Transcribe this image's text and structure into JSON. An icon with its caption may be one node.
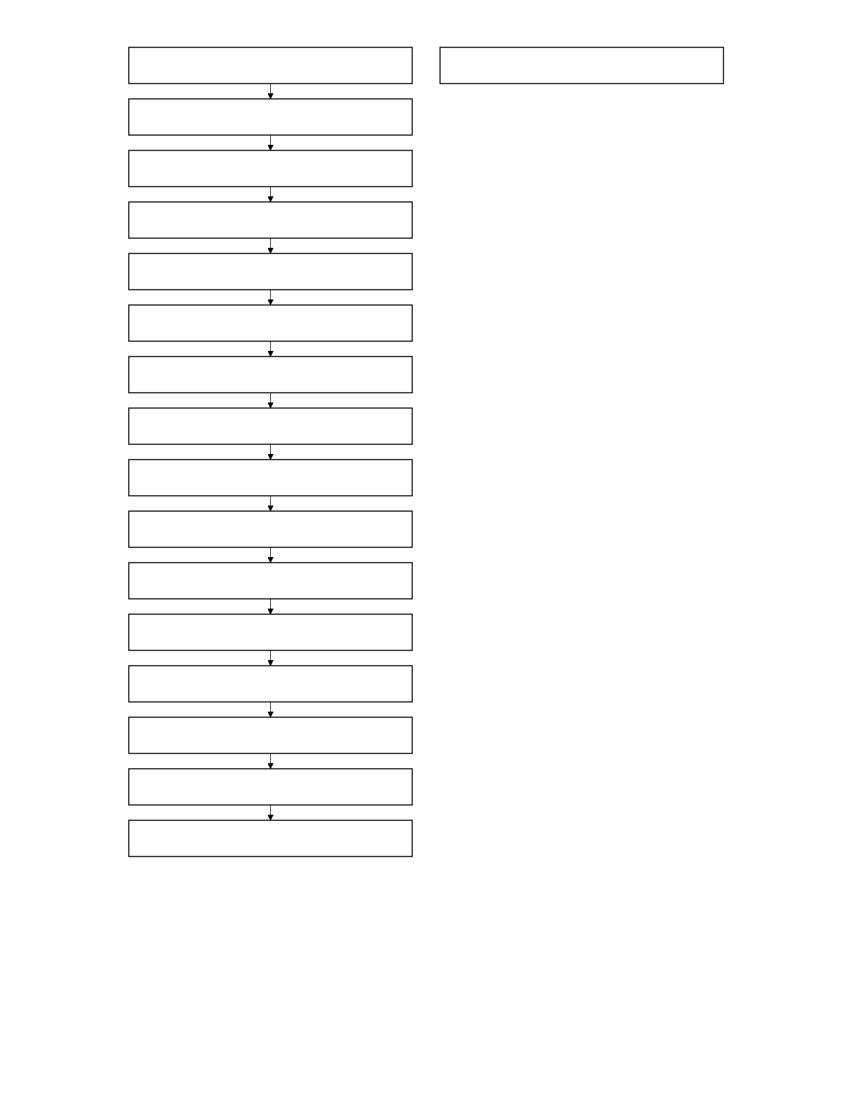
{
  "diagram": {
    "nodes": [
      {
        "text": [],
        "shape": "box"
      },
      {
        "text": [],
        "shape": "box"
      },
      {
        "text": [],
        "shape": "box"
      },
      {
        "text": [],
        "shape": "box"
      },
      {
        "text": [],
        "shape": "box"
      },
      {
        "text": [],
        "shape": "box"
      },
      {
        "text": [],
        "shape": "box"
      },
      {
        "text": [],
        "shape": "box"
      },
      {
        "text": [],
        "shape": "box"
      },
      {
        "text": [],
        "shape": "box"
      },
      {
        "text": [],
        "shape": "box"
      },
      {
        "text": [],
        "shape": "box"
      },
      {
        "text": [],
        "shape": "box"
      },
      {
        "text": [],
        "shape": "box"
      },
      {
        "text": [],
        "shape": "box"
      },
      {
        "text": [],
        "shape": "box"
      },
      {
        "text": [],
        "shape": "box"
      }
    ],
    "edges": [
      {
        "from": 0,
        "to": 1,
        "arrow": "to"
      },
      {
        "from": 1,
        "to": 2,
        "arrow": "to"
      },
      {
        "from": 2,
        "to": 3,
        "arrow": "to"
      },
      {
        "from": 3,
        "to": 4,
        "arrow": "to"
      },
      {
        "from": 4,
        "to": 5,
        "arrow": "to"
      },
      {
        "from": 5,
        "to": 6,
        "arrow": "to"
      },
      {
        "from": 6,
        "to": 7,
        "arrow": "to"
      },
      {
        "from": 7,
        "to": 8,
        "arrow": "to"
      },
      {
        "from": 8,
        "to": 9,
        "arrow": "to"
      },
      {
        "from": 9,
        "to": 10,
        "arrow": "to"
      },
      {
        "from": 10,
        "to": 11,
        "arrow": "to"
      },
      {
        "from": 11,
        "to": 12,
        "arrow": "to"
      },
      {
        "from": 12,
        "to": 13,
        "arrow": "to"
      },
      {
        "from": 13,
        "to": 14,
        "arrow": "to"
      },
      {
        "from": 14,
        "to": 15,
        "arrow": "to"
      }
    ]
  }
}
